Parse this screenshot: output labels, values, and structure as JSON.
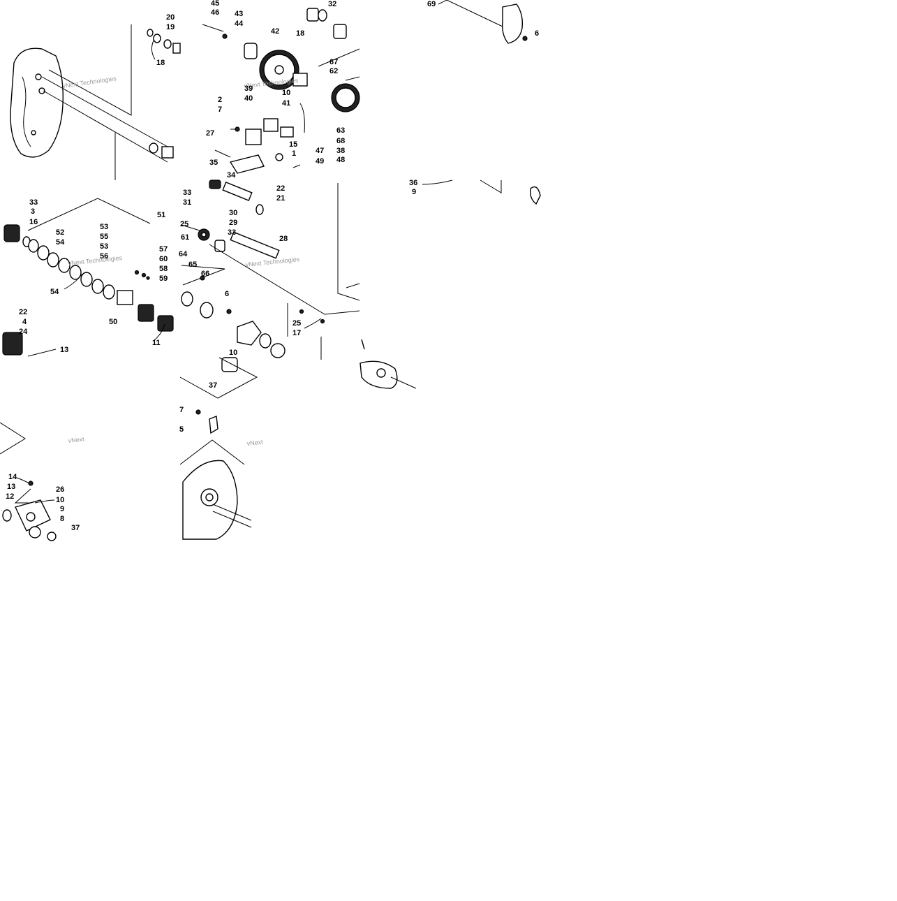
{
  "watermark": {
    "text": "vNext Technologies",
    "short_text": "vNext"
  },
  "colors": {
    "ink": "#000000",
    "watermark": "#9a9a9a",
    "background": "#ffffff"
  },
  "callouts": [
    "20",
    "19",
    "18",
    "45",
    "46",
    "43",
    "44",
    "42",
    "32",
    "18",
    "69",
    "6",
    "67",
    "62",
    "10",
    "39",
    "40",
    "41",
    "2",
    "7",
    "27",
    "15",
    "35",
    "34",
    "1",
    "47",
    "49",
    "63",
    "68",
    "38",
    "48",
    "33",
    "3",
    "16",
    "52",
    "54",
    "53",
    "55",
    "53",
    "56",
    "51",
    "57",
    "60",
    "58",
    "59",
    "54",
    "22",
    "4",
    "24",
    "13",
    "50",
    "11",
    "33",
    "31",
    "25",
    "22",
    "21",
    "30",
    "29",
    "33",
    "28",
    "61",
    "64",
    "65",
    "66",
    "6",
    "25",
    "17",
    "10",
    "37",
    "36",
    "9",
    "14",
    "13",
    "12",
    "26",
    "10",
    "9",
    "8",
    "37",
    "7",
    "5"
  ]
}
